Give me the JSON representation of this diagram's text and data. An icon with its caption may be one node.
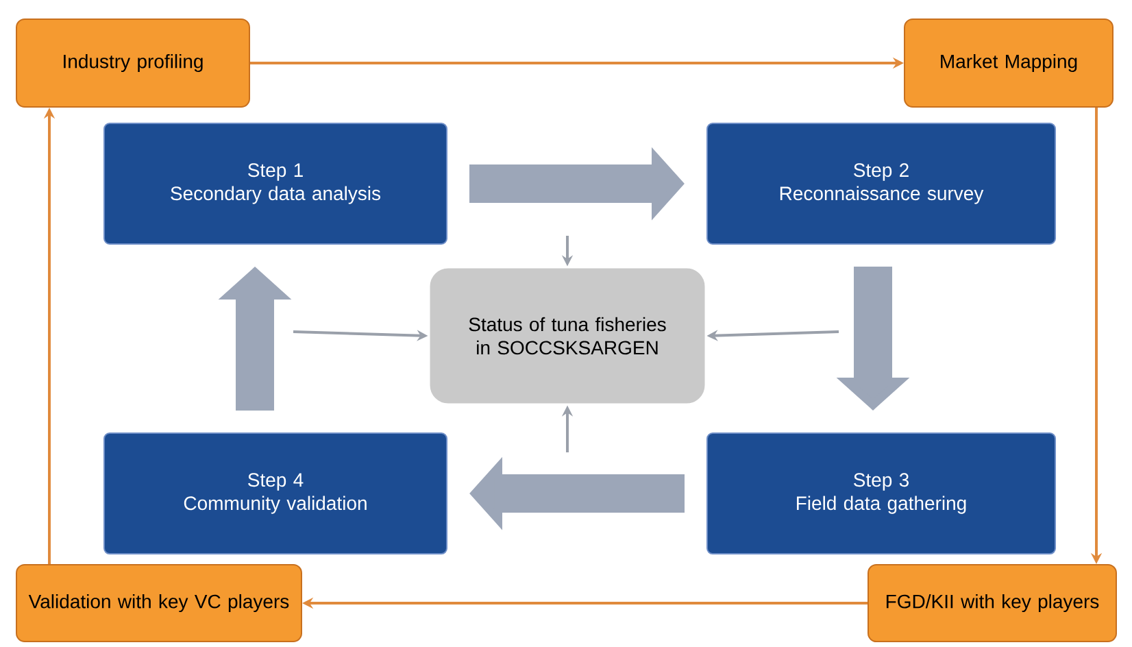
{
  "diagram": {
    "nodes": [
      {
        "text": [
          "Industry profiling"
        ]
      },
      {
        "text": [
          "Market Mapping"
        ]
      },
      {
        "text": [
          "Step 1",
          "Secondary data analysis"
        ]
      },
      {
        "text": [
          "Step 2",
          "Reconnaissance survey"
        ]
      },
      {
        "text": [
          "Status of tuna fisheries in SOCCSKSARGEN"
        ]
      },
      {
        "text": [
          "Step 4",
          "Community validation"
        ]
      },
      {
        "text": [
          "Step 3",
          "Field data gathering"
        ]
      },
      {
        "text": [
          "Validation with key VC players"
        ]
      },
      {
        "text": [
          "FGD/KII with key players"
        ]
      }
    ],
    "edges": [
      {
        "from": 0,
        "to": 1,
        "arrow": "to",
        "color": "#e08a3c"
      },
      {
        "from": 1,
        "to": 8,
        "arrow": "to",
        "color": "#e08a3c"
      },
      {
        "from": 8,
        "to": 7,
        "arrow": "to",
        "color": "#e08a3c"
      },
      {
        "from": 7,
        "to": 0,
        "arrow": "to",
        "color": "#e08a3c"
      },
      {
        "from": 2,
        "to": 3,
        "arrow": "to",
        "style": "thick",
        "color": "#9ca6b8"
      },
      {
        "from": 3,
        "to": 6,
        "arrow": "to",
        "style": "thick",
        "color": "#9ca6b8"
      },
      {
        "from": 6,
        "to": 5,
        "arrow": "to",
        "style": "thick",
        "color": "#9ca6b8"
      },
      {
        "from": 5,
        "to": 2,
        "arrow": "to",
        "style": "thick",
        "color": "#9ca6b8"
      },
      {
        "from": null,
        "to": 4,
        "arrow": "to",
        "color": "#9aa0aa"
      },
      {
        "from": null,
        "to": 4,
        "arrow": "to",
        "color": "#9aa0aa"
      },
      {
        "from": null,
        "to": 4,
        "arrow": "to",
        "color": "#9aa0aa"
      },
      {
        "from": null,
        "to": 4,
        "arrow": "to",
        "color": "#9aa0aa"
      }
    ]
  }
}
